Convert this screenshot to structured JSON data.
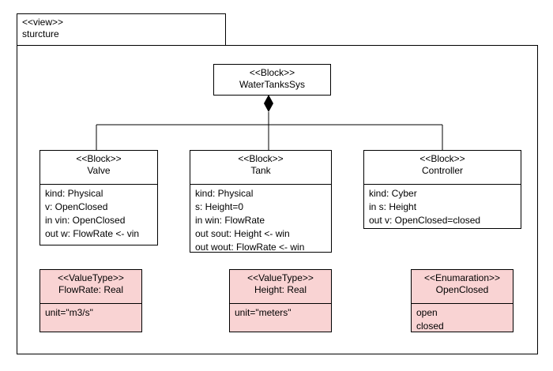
{
  "view": {
    "stereotype": "<<view>>",
    "name": "sturcture"
  },
  "blocks": {
    "root": {
      "stereotype": "<<Block>>",
      "name": "WaterTanksSys"
    },
    "valve": {
      "stereotype": "<<Block>>",
      "name": "Valve",
      "props": [
        "kind: Physical",
        "v: OpenClosed",
        "in vin: OpenClosed",
        "out w: FlowRate <- vin"
      ]
    },
    "tank": {
      "stereotype": "<<Block>>",
      "name": "Tank",
      "props": [
        "kind: Physical",
        "s: Height=0",
        "in win: FlowRate",
        "out sout: Height <- win",
        "out wout: FlowRate <- win"
      ]
    },
    "controller": {
      "stereotype": "<<Block>>",
      "name": "Controller",
      "props": [
        "kind: Cyber",
        "in s: Height",
        "out v: OpenClosed=closed"
      ]
    }
  },
  "types": {
    "flowrate": {
      "stereotype": "<<ValueType>>",
      "name": "FlowRate: Real",
      "props": [
        "unit=\"m3/s\""
      ]
    },
    "height": {
      "stereotype": "<<ValueType>>",
      "name": "Height: Real",
      "props": [
        "unit=\"meters\""
      ]
    },
    "openclosed": {
      "stereotype": "<<Enumaration>>",
      "name": "OpenClosed",
      "props": [
        "open",
        "closed"
      ]
    }
  },
  "colors": {
    "line": "#000000",
    "value_type_fill": "#f9d3d3"
  }
}
